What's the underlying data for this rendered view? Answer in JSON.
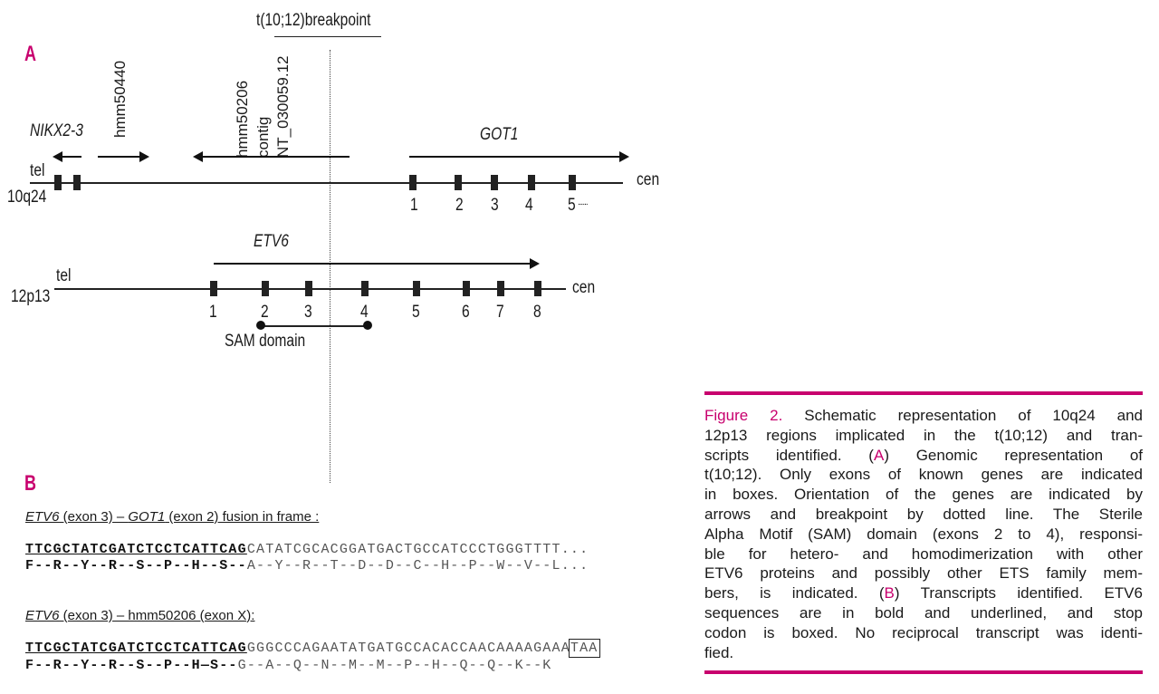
{
  "panel_a": {
    "label": "A",
    "breakpoint_label": "t(10;12)breakpoint",
    "genes_10q24": {
      "nkx": "NIKX2-3",
      "hmm50440": "hmm50440",
      "hmm50206": "hmm50206",
      "contig": "contig",
      "nt": "NT_030059.12",
      "got1": "GOT1"
    },
    "chr10": {
      "tel": "tel",
      "name": "10q24",
      "cen": "cen",
      "exons": [
        "1",
        "2",
        "3",
        "4",
        "5"
      ],
      "trail": "......"
    },
    "etv6": "ETV6",
    "chr12": {
      "tel": "tel",
      "name": "12p13",
      "cen": "cen",
      "exons": [
        "1",
        "2",
        "3",
        "4",
        "5",
        "6",
        "7",
        "8"
      ]
    },
    "sam": "SAM domain"
  },
  "panel_b": {
    "label": "B",
    "t1": {
      "title_gene1": "ETV6",
      "title_mid": " (exon 3) – ",
      "title_gene2": "GOT1",
      "title_end": " (exon 2) fusion in frame :",
      "nt_etv6": "TTCGCTATCGATCTCCTCATTCAG",
      "nt_rest": "CATATCGCACGGATGACTGCCATCCCTGGGTTTT...",
      "aa_etv6": "F--R--Y--R--S--P--H--S--",
      "aa_rest": "A--Y--R--T--D--D--C--H--P--W--V--L..."
    },
    "t2": {
      "title_gene1": "ETV6",
      "title_rest": " (exon 3) – hmm50206 (exon X):",
      "nt_etv6": "TTCGCTATCGATCTCCTCATTCAG",
      "nt_rest": "GGGCCCAGAATATGATGCCACACCAACAAAAGAAA",
      "stop": "TAA",
      "aa_etv6": "F--R--Y--R--S--P--H—S--",
      "aa_rest": "G--A--Q--N--M--M--P--H--Q--Q--K--K"
    }
  },
  "caption": {
    "lines": [
      [
        {
          "t": "Figure 2.",
          "m": true
        },
        {
          "t": " Schematic representation of 10q24 and"
        }
      ],
      [
        {
          "t": "12p13 regions implicated in the t(10;12) and tran-"
        }
      ],
      [
        {
          "t": "scripts identified. ("
        },
        {
          "t": "A",
          "m": true
        },
        {
          "t": ") Genomic representation of"
        }
      ],
      [
        {
          "t": "t(10;12). Only exons of known genes are indicated"
        }
      ],
      [
        {
          "t": "in boxes. Orientation of the genes are indicated by"
        }
      ],
      [
        {
          "t": "arrows and breakpoint by dotted line. The Sterile"
        }
      ],
      [
        {
          "t": "Alpha Motif (SAM) domain (exons 2 to 4), responsi-"
        }
      ],
      [
        {
          "t": "ble for hetero- and homodimerization with other"
        }
      ],
      [
        {
          "t": "ETV6 proteins and possibly other ETS family mem-"
        }
      ],
      [
        {
          "t": "bers, is indicated. ("
        },
        {
          "t": "B",
          "m": true
        },
        {
          "t": ") Transcripts identified. ETV6"
        }
      ],
      [
        {
          "t": "sequences are in bold and underlined, and stop"
        }
      ],
      [
        {
          "t": "codon is boxed. No reciprocal transcript was identi-"
        }
      ],
      [
        {
          "t": "fied."
        }
      ]
    ]
  },
  "colors": {
    "accent": "#c8006e"
  }
}
